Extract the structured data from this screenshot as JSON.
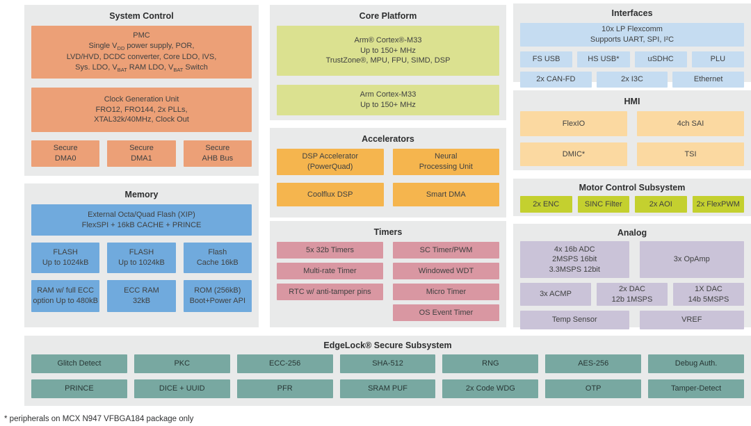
{
  "colors": {
    "panel_bg": "#E9EAEA",
    "system_orange": "#ECA077",
    "memory_blue": "#70AADD",
    "core_yellow_green": "#DBE190",
    "accel_amber": "#F5B54E",
    "timers_pink": "#D997A2",
    "interfaces_light_blue": "#C5DCF1",
    "hmi_light_amber": "#FBD9A1",
    "motor_chartreuse": "#C4D02F",
    "analog_lavender": "#CAC3D8",
    "edgelock_teal": "#78A8A1",
    "text": "#3F4040"
  },
  "system_control": {
    "title": "System Control",
    "pmc_title": "PMC",
    "pmc_l2a": "Single V",
    "pmc_l2b": "DD",
    "pmc_l2c": " power supply, POR,",
    "pmc_l3": "LVD/HVD, DCDC converter, Core LDO, IVS,",
    "pmc_l4a": "Sys. LDO, V",
    "pmc_l4b": "BAT",
    "pmc_l4c": " RAM LDO, V",
    "pmc_l4d": "BAT",
    "pmc_l4e": " Switch",
    "clock": [
      "Clock Generation Unit",
      "FRO12, FRO144, 2x PLLs,",
      "XTAL32k/40MHz, Clock Out"
    ],
    "dma": [
      [
        "Secure",
        "DMA0"
      ],
      [
        "Secure",
        "DMA1"
      ],
      [
        "Secure",
        "AHB Bus"
      ]
    ]
  },
  "memory": {
    "title": "Memory",
    "ext_flash": [
      "External Octa/Quad Flash (XIP)",
      "FlexSPI + 16kB CACHE + PRINCE"
    ],
    "row1": [
      [
        "FLASH",
        "Up to 1024kB"
      ],
      [
        "FLASH",
        "Up to 1024kB"
      ],
      [
        "Flash",
        "Cache 16kB"
      ]
    ],
    "row2": [
      [
        "RAM w/ full ECC",
        "option Up to 480kB"
      ],
      [
        "ECC RAM",
        "32kB"
      ],
      [
        "ROM (256kB)",
        "Boot+Power API"
      ]
    ]
  },
  "core_platform": {
    "title": "Core Platform",
    "block1": [
      "Arm® Cortex®-M33",
      "Up to 150+ MHz",
      "TrustZone®, MPU, FPU, SIMD, DSP"
    ],
    "block2": [
      "Arm Cortex-M33",
      "Up to 150+ MHz"
    ]
  },
  "accelerators": {
    "title": "Accelerators",
    "row1": [
      [
        "DSP Accelerator",
        "(PowerQuad)"
      ],
      [
        "Neural",
        "Processing Unit"
      ]
    ],
    "row2": [
      "Coolflux DSP",
      "Smart DMA"
    ]
  },
  "timers": {
    "title": "Timers",
    "left": [
      "5x 32b Timers",
      "Multi-rate Timer",
      "RTC w/ anti-tamper pins"
    ],
    "right": [
      "SC Timer/PWM",
      "Windowed WDT",
      "Micro Timer",
      "OS Event Timer"
    ]
  },
  "interfaces": {
    "title": "Interfaces",
    "flexcomm": [
      "10x LP Flexcomm",
      "Supports UART, SPI, I²C"
    ],
    "row1": [
      "FS USB",
      "HS USB*",
      "uSDHC",
      "PLU"
    ],
    "row2": [
      "2x CAN-FD",
      "2x I3C",
      "Ethernet"
    ]
  },
  "hmi": {
    "title": "HMI",
    "row1": [
      "FlexIO",
      "4ch SAI"
    ],
    "row2": [
      "DMIC*",
      "TSI"
    ]
  },
  "motor": {
    "title": "Motor Control Subsystem",
    "blocks": [
      "2x ENC",
      "SINC Filter",
      "2x AOI",
      "2x FlexPWM"
    ]
  },
  "analog": {
    "title": "Analog",
    "adc": [
      "4x 16b ADC",
      "2MSPS 16bit",
      "3.3MSPS 12bit"
    ],
    "opamp": "3x OpAmp",
    "acmp": "3x ACMP",
    "dac2": [
      "2x DAC",
      "12b 1MSPS"
    ],
    "dac1": [
      "1X DAC",
      "14b 5MSPS"
    ],
    "row3": [
      "Temp Sensor",
      "VREF"
    ]
  },
  "edgelock": {
    "title": "EdgeLock® Secure Subsystem",
    "row1": [
      "Glitch Detect",
      "PKC",
      "ECC-256",
      "SHA-512",
      "RNG",
      "AES-256",
      "Debug Auth."
    ],
    "row2": [
      "PRINCE",
      "DICE + UUID",
      "PFR",
      "SRAM PUF",
      "2x Code WDG",
      "OTP",
      "Tamper-Detect"
    ]
  },
  "footnote": "* peripherals on MCX N947 VFBGA184 package only"
}
